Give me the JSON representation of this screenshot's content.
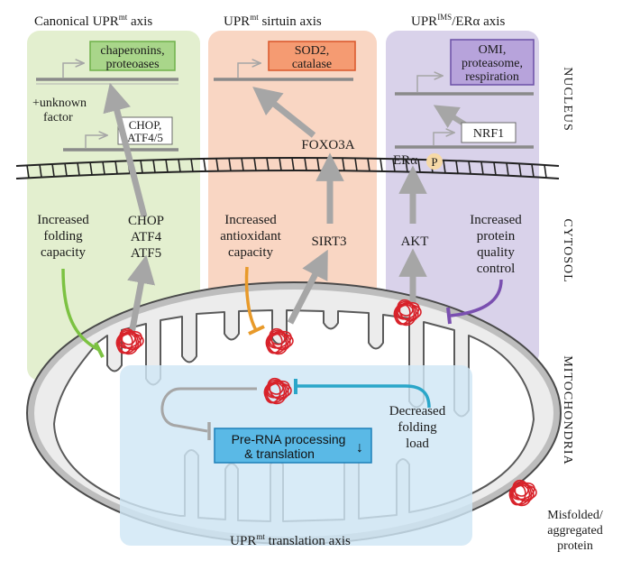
{
  "colors": {
    "green_panel": "#e3efcf",
    "orange_panel": "#f9d6c3",
    "purple_panel": "#d9d2ea",
    "blue_panel": "#cfe6f5",
    "green_box": "#a9d68a",
    "green_box_border": "#6fb04a",
    "orange_box": "#f59b72",
    "orange_box_border": "#d9562a",
    "purple_box": "#b7a3db",
    "purple_box_border": "#6b4fa6",
    "blue_box": "#5ab9e6",
    "blue_box_border": "#1d7fb8",
    "green_arrow": "#7cc242",
    "orange_arrow": "#e89a2a",
    "purple_arrow": "#7a4fb0",
    "teal_arrow": "#2aa6c9",
    "gray_arrow": "#a6a6a6",
    "misfolded_red": "#d8222a",
    "phospho_badge": "#f6d9a6"
  },
  "panels": {
    "canonical": {
      "title_prefix": "Canonical UPR",
      "title_sup": "mt",
      "title_suffix": " axis",
      "target_line1": "chaperonins,",
      "target_line2": "proteoases",
      "cofactor_line1": "+unknown",
      "cofactor_line2": "factor",
      "tf_line1": "CHOP,",
      "tf_line2": "ATF4/5",
      "cyto_line1": "CHOP",
      "cyto_line2": "ATF4",
      "cyto_line3": "ATF5",
      "capacity_line1": "Increased",
      "capacity_line2": "folding",
      "capacity_line3": "capacity"
    },
    "sirtuin": {
      "title_prefix": "UPR",
      "title_sup": "mt",
      "title_suffix": " sirtuin axis",
      "target_line1": "SOD2,",
      "target_line2": "catalase",
      "tf": "FOXO3A",
      "mediator": "SIRT3",
      "capacity_line1": "Increased",
      "capacity_line2": "antioxidant",
      "capacity_line3": "capacity"
    },
    "ims": {
      "title_prefix": "UPR",
      "title_sup": "IMS",
      "title_suffix": "/ERα axis",
      "target_line1": "OMI,",
      "target_line2": "proteasome,",
      "target_line3": "respiration",
      "tf": "NRF1",
      "receptor": "ERα",
      "phospho": "P",
      "kinase": "AKT",
      "qc_line1": "Increased",
      "qc_line2": "protein",
      "qc_line3": "quality",
      "qc_line4": "control"
    },
    "translation": {
      "axis_prefix": "UPR",
      "axis_sup": "mt",
      "axis_suffix": " translation axis",
      "box_line1": "Pre-RNA processing",
      "box_line2": "& translation",
      "down_arrow": "↓",
      "load_line1": "Decreased",
      "load_line2": "folding",
      "load_line3": "load"
    }
  },
  "compartments": {
    "nucleus": "NUCLEUS",
    "cytosol": "CYTOSOL",
    "mitochondria": "MITOCHONDRIA"
  },
  "legend": {
    "line1": "Misfolded/",
    "line2": "aggregated",
    "line3": "protein"
  }
}
